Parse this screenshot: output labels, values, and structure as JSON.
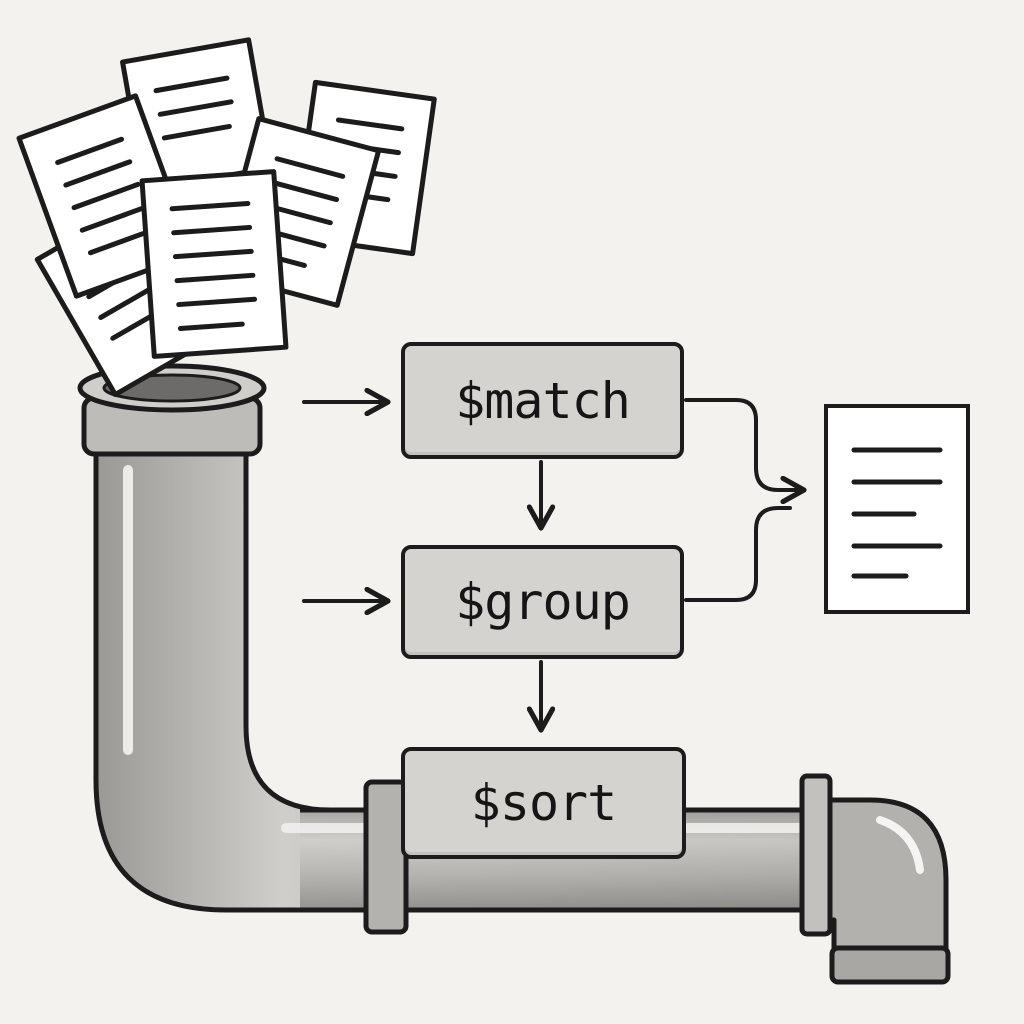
{
  "pipeline": {
    "stages": [
      {
        "id": "match",
        "label": "$match"
      },
      {
        "id": "group",
        "label": "$group"
      },
      {
        "id": "sort",
        "label": "$sort"
      }
    ]
  },
  "colors": {
    "background": "#f3f2ef",
    "outline": "#1c1c1c",
    "stage_fill": "#d4d3d0",
    "pipe_fill": "#b7b6b3",
    "paper": "#ffffff"
  },
  "icons": {
    "input_documents": "document-stack-icon",
    "output_document": "document-icon",
    "pipe": "pipe-icon"
  }
}
